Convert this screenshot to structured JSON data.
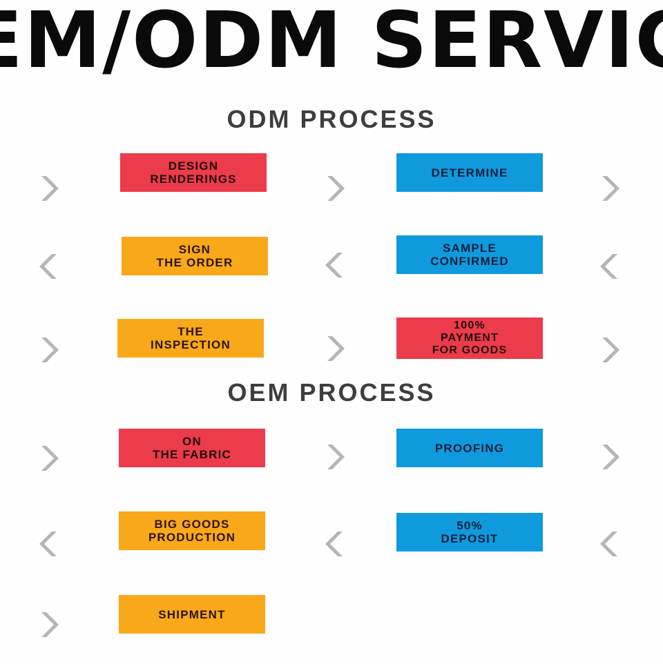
{
  "banner": {
    "title": "EM/ODM SERVIC",
    "full_title": "OEM/ODM SERVICE",
    "text_color": "#0a0a0a"
  },
  "colors": {
    "red": "#ec3b4b",
    "blue": "#109ade",
    "orange": "#f9a81a",
    "arrow_gray": "#b5b5b5",
    "heading_gray": "#3e3e3e",
    "background": "#ffffff"
  },
  "sections": [
    {
      "heading": "ODM PROCESS",
      "rows": [
        {
          "direction": "right",
          "arrow_icon": "chevron-right-icon",
          "boxes": [
            {
              "label": "DESIGN\nRENDERINGS",
              "color": "red"
            },
            {
              "label": "DETERMINE",
              "color": "blue"
            }
          ]
        },
        {
          "direction": "left",
          "arrow_icon": "chevron-left-icon",
          "boxes": [
            {
              "label": "SIGN\nTHE ORDER",
              "color": "orange"
            },
            {
              "label": "SAMPLE\nCONFIRMED",
              "color": "blue"
            }
          ]
        },
        {
          "direction": "right",
          "arrow_icon": "chevron-right-icon",
          "boxes": [
            {
              "label": "THE\nINSPECTION",
              "color": "orange"
            },
            {
              "label": "100%\nPAYMENT\nFOR GOODS",
              "color": "red"
            }
          ]
        }
      ]
    },
    {
      "heading": "OEM PROCESS",
      "rows": [
        {
          "direction": "right",
          "arrow_icon": "chevron-right-icon",
          "boxes": [
            {
              "label": "ON\nTHE FABRIC",
              "color": "red"
            },
            {
              "label": "PROOFING",
              "color": "blue"
            }
          ]
        },
        {
          "direction": "left",
          "arrow_icon": "chevron-left-icon",
          "boxes": [
            {
              "label": "BIG GOODS\nPRODUCTION",
              "color": "orange"
            },
            {
              "label": "50%\nDEPOSIT",
              "color": "blue"
            }
          ]
        },
        {
          "direction": "right",
          "arrow_icon": "chevron-right-icon",
          "boxes": [
            {
              "label": "SHIPMENT",
              "color": "orange"
            }
          ]
        }
      ]
    }
  ]
}
